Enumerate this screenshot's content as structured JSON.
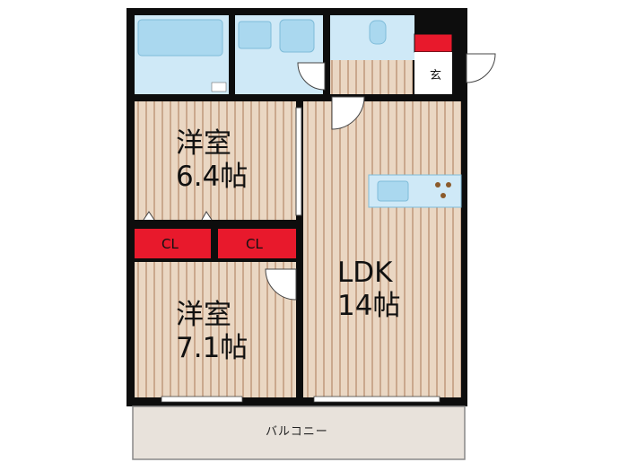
{
  "floorplan": {
    "rooms": {
      "western_room_1": {
        "name": "洋室",
        "size": "6.4帖"
      },
      "western_room_2": {
        "name": "洋室",
        "size": "7.1帖"
      },
      "ldk": {
        "name": "LDK",
        "size": "14帖"
      }
    },
    "closets": [
      "CL",
      "CL"
    ],
    "entrance": "玄",
    "balcony": "バルコニー"
  },
  "colors": {
    "wall": "#0d0d0d",
    "floor": "#ead7c3",
    "floor_stripe": "#caa88d",
    "wet_area": "#cfe9f7",
    "fixture": "#aad8ef",
    "closet": "#e8192c",
    "balcony": "#e8e2db"
  }
}
